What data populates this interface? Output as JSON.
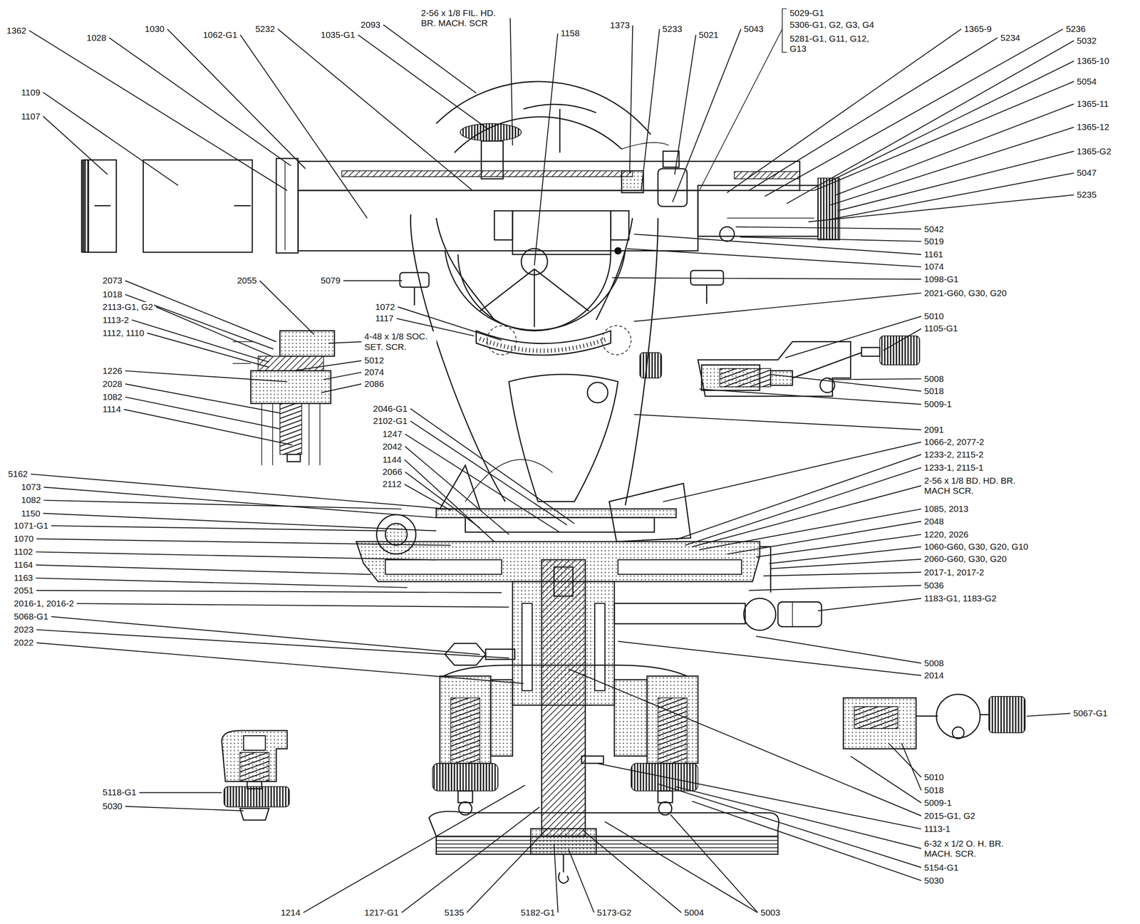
{
  "diagram": {
    "labels": [
      "1362",
      "1028",
      "1030",
      "1062-G1",
      "5232",
      "2-56 x 1/8 FIL. HD. BR. MACH. SCR",
      "1035-G1",
      "2093",
      "1158",
      "1373",
      "5233",
      "5021",
      "5043",
      "5029-G1",
      "5306-G1, G2, G3, G4",
      "5281-G1, G11, G12, G13",
      "1365-9",
      "5234",
      "5236",
      "5032",
      "1365-10",
      "5054",
      "1365-11",
      "1365-12",
      "1365-G2",
      "5047",
      "5235",
      "1109",
      "1107",
      "5042",
      "5019",
      "1161",
      "1074",
      "2073",
      "2055",
      "5079",
      "1098-G1",
      "1018",
      "2021-G60, G30, G20",
      "2113-G1, G2",
      "1072",
      "5010",
      "1113-2",
      "1117",
      "1105-G1",
      "1112, 1110",
      "4-48 x 1/8 SOC. SET. SCR.",
      "5012",
      "2074",
      "1226",
      "5008",
      "2086",
      "2028",
      "5018",
      "1082",
      "5009-1",
      "2046-G1",
      "1114",
      "2102-G1",
      "2091",
      "1247",
      "1066-2, 2077-2",
      "2042",
      "1233-2, 2115-2",
      "1144",
      "1233-1, 2115-1",
      "2066",
      "5162",
      "2-56 x 1/8 BD. HD. BR. MACH SCR.",
      "2112",
      "1073",
      "1082",
      "1085, 2013",
      "1150",
      "2048",
      "1071-G1",
      "1220, 2026",
      "1070",
      "1060-G60, G30, G20, G10",
      "1102",
      "2060-G60, G30, G20",
      "1164",
      "2017-1, 2017-2",
      "1163",
      "5036",
      "2051",
      "1183-G1, 1183-G2",
      "2016-1, 2016-2",
      "5068-G1",
      "2023",
      "2022",
      "5008",
      "2014",
      "5067-G1",
      "5010",
      "5018",
      "5118-G1",
      "5009-1",
      "5030",
      "2015-G1, G2",
      "1113-1",
      "6-32 x 1/2 O. H. BR. MACH. SCR.",
      "5154-G1",
      "5030",
      "1214",
      "1217-G1",
      "5135",
      "5182-G1",
      "5173-G2",
      "5004",
      "5003"
    ]
  }
}
